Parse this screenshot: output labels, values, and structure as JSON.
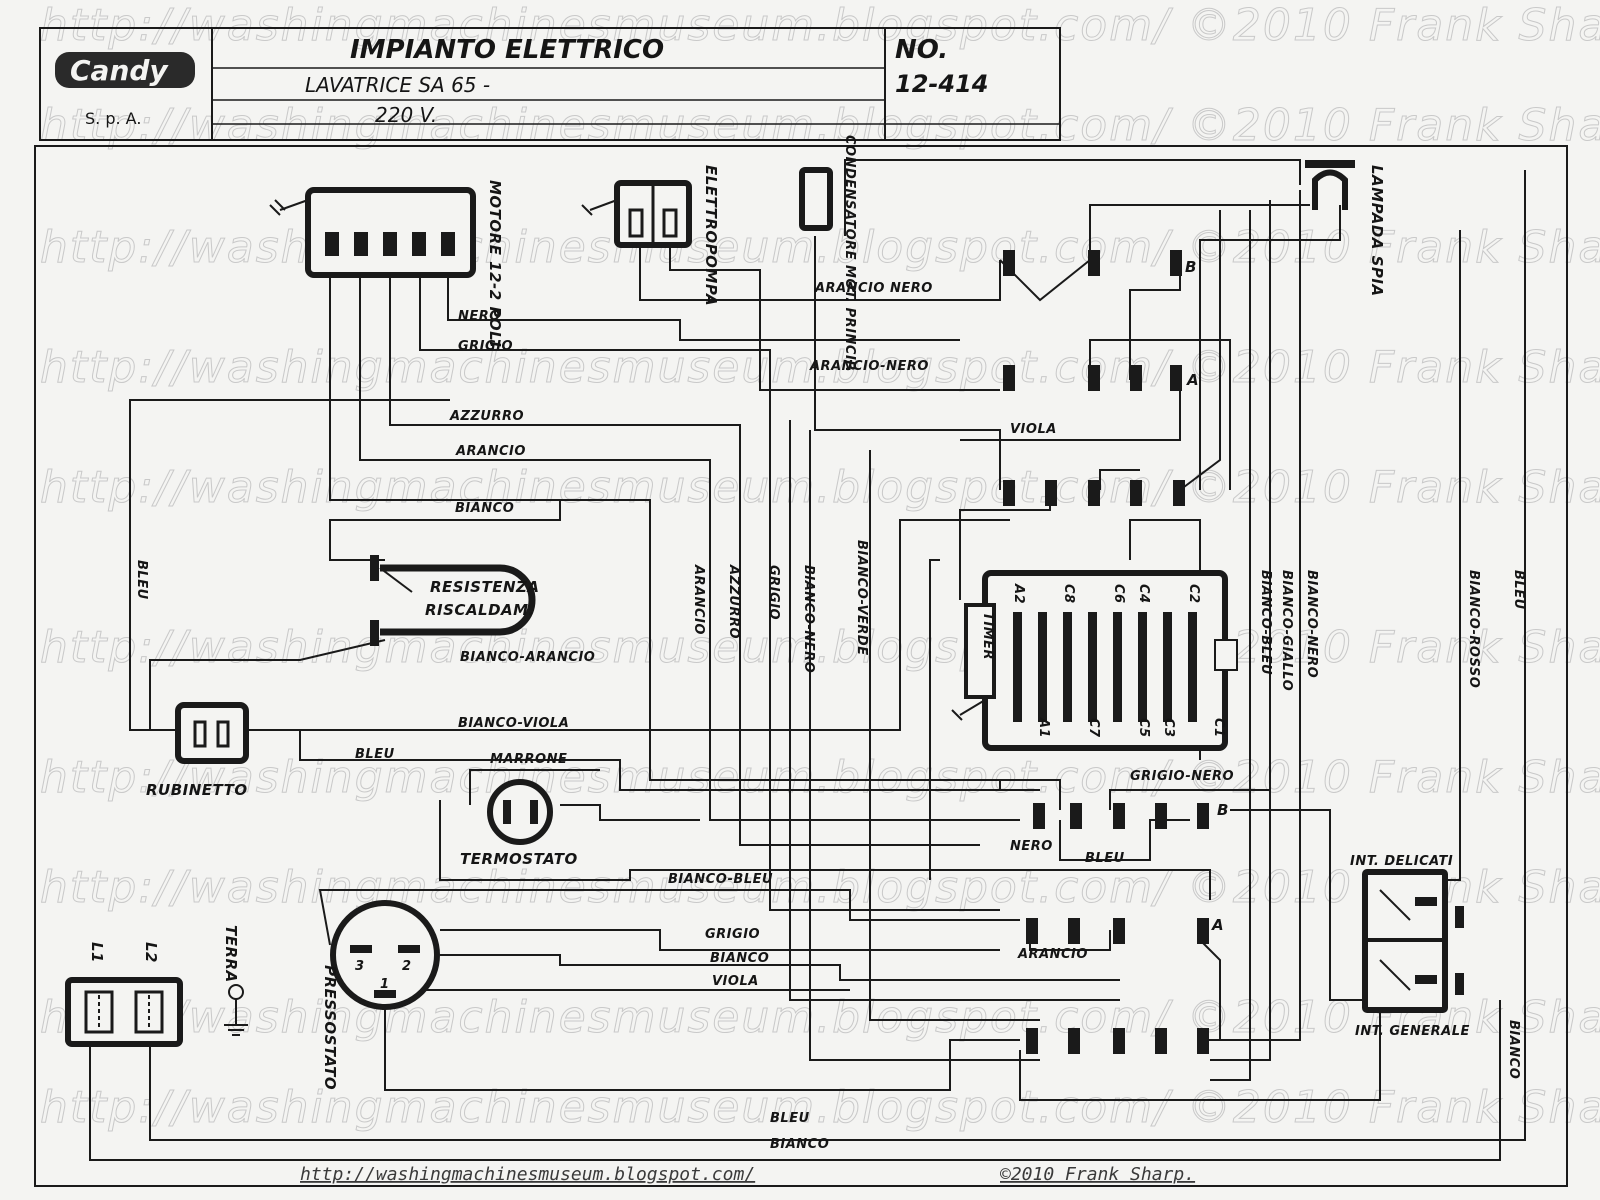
{
  "title_block": {
    "brand": "Candy",
    "company": "S. p. A.",
    "title": "IMPIANTO ELETTRICO",
    "subtitle": "LAVATRICE SA 65 -",
    "voltage": "220 V.",
    "no_label": "NO.",
    "number": "12-414"
  },
  "watermark": "http://washingmachinesmuseum.blogspot.com/ ©2010 Frank Sharp.",
  "footer": {
    "link_text": "http://washingmachinesmuseum.blogspot.com/ ",
    "copyright": "©2010 Frank Sharp."
  },
  "components": {
    "motor": "MOTORE 12-2 POLI",
    "pump": "ELETTROPOMPA",
    "condenser": "CONDENSATORE MOT. PRINCIP.",
    "lamp": "LAMPADA SPIA",
    "heater_line1": "RESISTENZA",
    "heater_line2": "RISCALDAM.",
    "tap": "RUBINETTO",
    "thermostat": "TERMOSTATO",
    "pressure_switch": "PRESSOSTATO",
    "timer": "TIMER",
    "switch_delicate": "INT. DELICATI",
    "switch_main": "INT. GENERALE",
    "earth": "TERRA",
    "line1": "L1",
    "line2": "L2"
  },
  "wire_labels": {
    "nero": "NERO",
    "grigio": "GRIGIO",
    "azzurro": "AZZURRO",
    "arancio": "ARANCIO",
    "bianco": "BIANCO",
    "bleu": "BLEU",
    "arancio_nero": "ARANCIO NERO",
    "arancio_nero2": "ARANCIO-NERO",
    "viola": "VIOLA",
    "bianco_arancio": "BIANCO-ARANCIO",
    "bianco_viola": "BIANCO-VIOLA",
    "marrone": "MARRONE",
    "bianco_bleu": "BIANCO-BLEU",
    "grigio_nero": "GRIGIO-NERO",
    "bianco_nero": "BIANCO-NERO",
    "bianco_verde": "BIANCO-VERDE",
    "bianco_giallo": "BIANCO-GIALLO",
    "bianco_rosso": "BIANCO-ROSSO"
  },
  "timer_contacts": {
    "top": [
      "A2",
      "C8",
      "C6",
      "C4",
      "C2"
    ],
    "bottom": [
      "A1",
      "C7",
      "C5",
      "C3",
      "C1"
    ]
  },
  "contact_group_markers": {
    "b_top": "B",
    "a_top": "A",
    "b_bottom": "B",
    "a_bottom": "A"
  },
  "pressostato_terminals": [
    "3",
    "2",
    "1"
  ]
}
